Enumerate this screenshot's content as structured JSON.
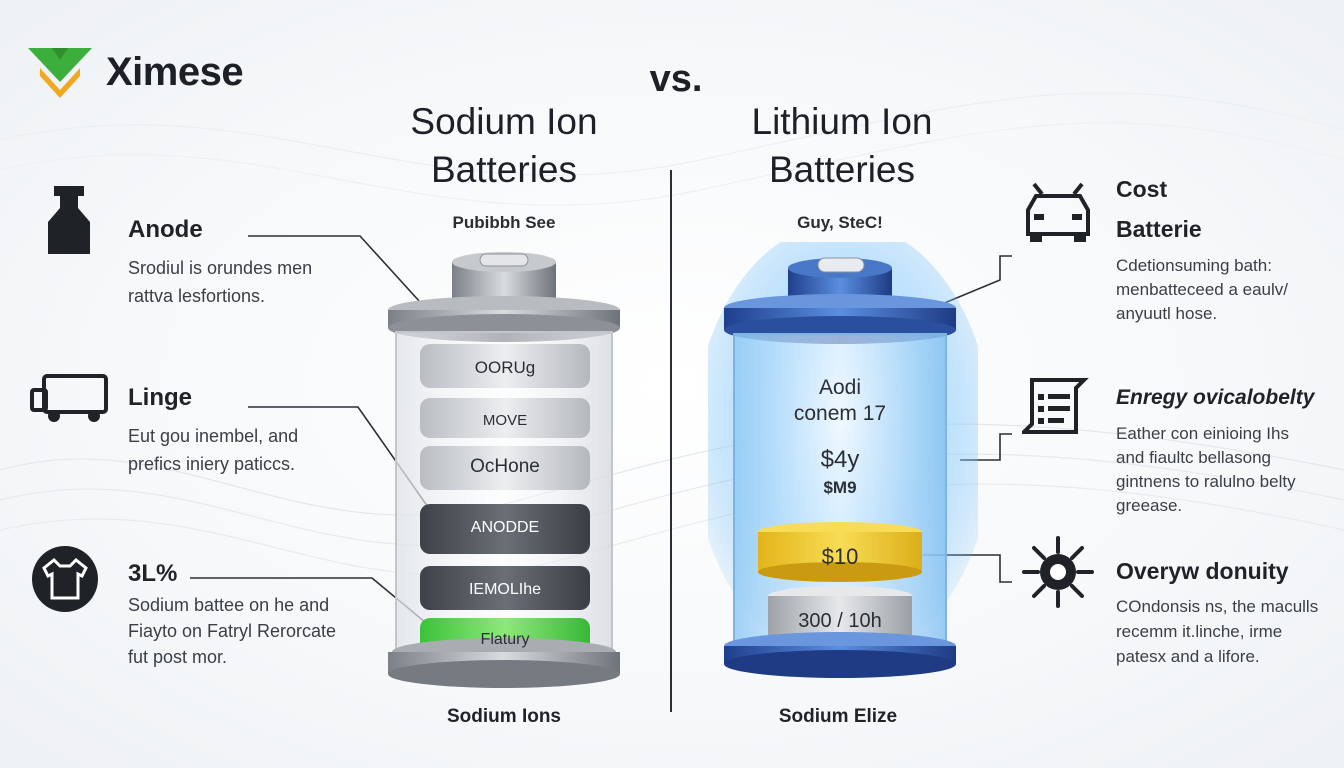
{
  "brand": {
    "name": "Ximese",
    "accent": "#3cae3c",
    "accent2": "#f0a820"
  },
  "header": {
    "vs": "vs."
  },
  "left": {
    "title_line1": "Sodium Ion",
    "title_line2": "Batteries",
    "subtitle": "Pubibbh See",
    "caption": "Sodium Ions",
    "battery_layers": [
      "OORUg",
      "MOVE",
      "OcHone",
      "ANODDE",
      "IEMOLIhe",
      "Flatury"
    ],
    "features": [
      {
        "icon": "bottle-icon",
        "title": "Anode",
        "body": [
          "Srodiul is orundes men",
          "rattva lesfortions."
        ]
      },
      {
        "icon": "truck-icon",
        "title": "Linge",
        "body": [
          "Eut gou inembel, and",
          "prefics iniery paticcs."
        ]
      },
      {
        "icon": "shirt-icon",
        "title": "3L%",
        "body": [
          "Sodium battee on he and",
          "Fiayto on Fatryl Rerorcate",
          "fut post mor."
        ]
      }
    ]
  },
  "right": {
    "title_line1": "Lithium Ion",
    "title_line2": "Batteries",
    "subtitle": "Guy, SteC!",
    "caption": "Sodium Elize",
    "battery_text": [
      "Aodi",
      "conem 17",
      "$4y",
      "$M9"
    ],
    "battery_layers": [
      "$10",
      "300 / 10h"
    ],
    "features": [
      {
        "icon": "car-icon",
        "title": "Cost",
        "title2": "Batterie",
        "body": [
          "Cdetionsuming bath:",
          "menbatteceed a eaulv/",
          "anyuutl hose."
        ]
      },
      {
        "icon": "document-icon",
        "title": "Enregy ovicalobelty",
        "body": [
          "Eather con einioing Ihs",
          "and fiaultc bellasong",
          "gintnens to ralulno belty",
          "greease."
        ]
      },
      {
        "icon": "gear-icon",
        "title": "Overyw donuity",
        "body": [
          "COndonsis ns, the maculls",
          "recemm it.linche, irme",
          "patesx and a lifore."
        ]
      }
    ]
  },
  "colors": {
    "lithium_blue": "#2f5fb8",
    "sodium_gray": "#8c9096",
    "yellow": "#f2c22a",
    "green": "#58d24a",
    "dark": "#1d2127"
  }
}
